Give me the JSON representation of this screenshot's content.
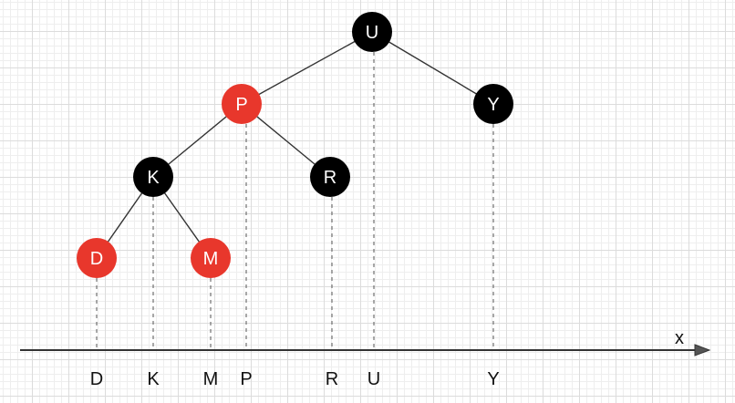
{
  "colors": {
    "black_node": "#000000",
    "red_node": "#e8372c"
  },
  "tree": {
    "nodes": [
      {
        "key": "U",
        "color": "black"
      },
      {
        "key": "P",
        "color": "red"
      },
      {
        "key": "Y",
        "color": "black"
      },
      {
        "key": "K",
        "color": "black"
      },
      {
        "key": "R",
        "color": "black"
      },
      {
        "key": "D",
        "color": "red"
      },
      {
        "key": "M",
        "color": "red"
      }
    ],
    "edges": [
      [
        "U",
        "P"
      ],
      [
        "U",
        "Y"
      ],
      [
        "P",
        "K"
      ],
      [
        "P",
        "R"
      ],
      [
        "K",
        "D"
      ],
      [
        "K",
        "M"
      ]
    ]
  },
  "axis": {
    "label": "x",
    "ticks": [
      "D",
      "K",
      "M",
      "P",
      "R",
      "U",
      "Y"
    ]
  }
}
